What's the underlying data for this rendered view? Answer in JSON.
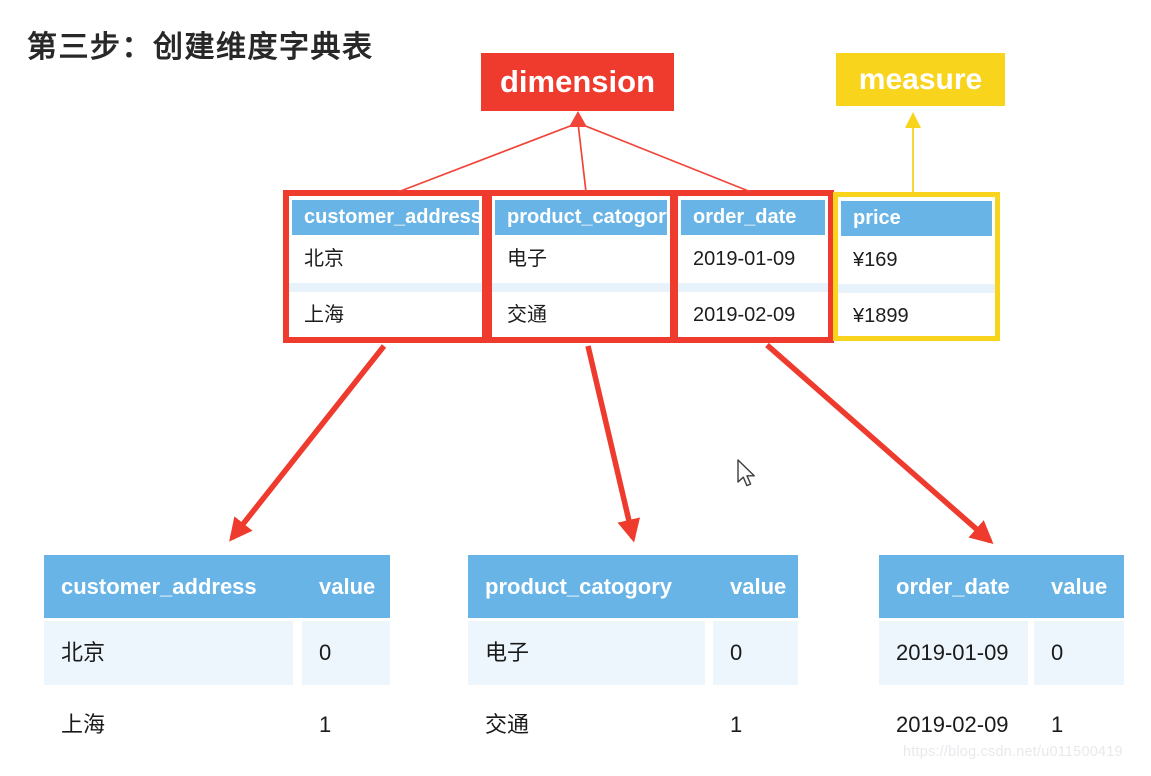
{
  "title": "第三步：创建维度字典表",
  "labels": {
    "dimension": "dimension",
    "measure": "measure"
  },
  "colors": {
    "accent_red": "#ee3b2e",
    "accent_yellow": "#f8d41d",
    "table_header_blue": "#68b4e6",
    "row_highlight": "#edf6fc"
  },
  "main_table": {
    "columns": [
      {
        "header": "customer_address",
        "type": "dimension",
        "rows": [
          "北京",
          "上海"
        ]
      },
      {
        "header": "product_catogory",
        "type": "dimension",
        "rows": [
          "电子",
          "交通"
        ]
      },
      {
        "header": "order_date",
        "type": "dimension",
        "rows": [
          "2019-01-09",
          "2019-02-09"
        ]
      },
      {
        "header": "price",
        "type": "measure",
        "rows": [
          "¥169",
          "¥1899"
        ]
      }
    ]
  },
  "dict_tables": [
    {
      "key_header": "customer_address",
      "value_header": "value",
      "rows": [
        [
          "北京",
          "0"
        ],
        [
          "上海",
          "1"
        ]
      ]
    },
    {
      "key_header": "product_catogory",
      "value_header": "value",
      "rows": [
        [
          "电子",
          "0"
        ],
        [
          "交通",
          "1"
        ]
      ]
    },
    {
      "key_header": "order_date",
      "value_header": "value",
      "rows": [
        [
          "2019-01-09",
          "0"
        ],
        [
          "2019-02-09",
          "1"
        ]
      ]
    }
  ],
  "watermark": "https://blog.csdn.net/u011500419"
}
